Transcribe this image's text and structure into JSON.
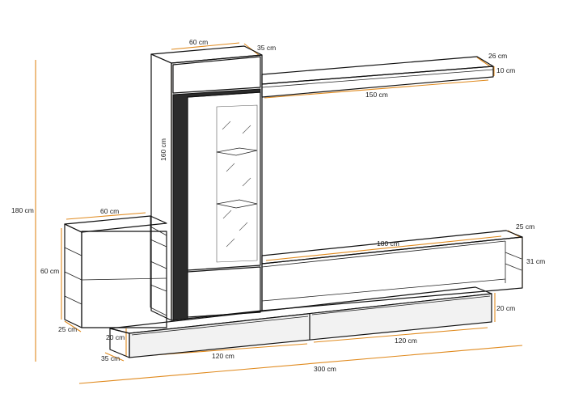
{
  "diagram": {
    "accent_color": "#e08a1e",
    "line_color": "#111111",
    "labels": {
      "tall_width": "60 cm",
      "tall_depth": "35 cm",
      "tall_height": "160 cm",
      "total_height": "180 cm",
      "top_shelf_depth": "26 cm",
      "top_shelf_height": "10 cm",
      "top_shelf_width": "150 cm",
      "side_shelf_width": "60 cm",
      "side_shelf_height": "60 cm",
      "side_shelf_depth": "25 cm",
      "long_shelf_width": "180 cm",
      "long_shelf_depth": "25 cm",
      "long_shelf_height": "31 cm",
      "low_unit_height_right": "20 cm",
      "low_unit_height_left": "20 cm",
      "low_unit_depth": "35 cm",
      "low_unit_left_width": "120 cm",
      "low_unit_right_width": "120 cm",
      "total_width": "300 cm"
    }
  }
}
